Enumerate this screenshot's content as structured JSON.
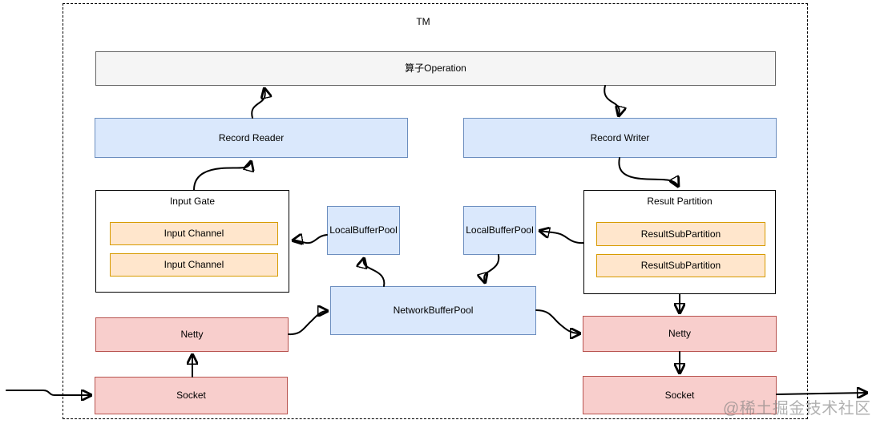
{
  "diagram": {
    "container_label": "TM",
    "nodes": {
      "operation": "算子Operation",
      "record_reader": "Record Reader",
      "record_writer": "Record Writer",
      "input_gate": "Input Gate",
      "input_channel_1": "Input Channel",
      "input_channel_2": "Input Channel",
      "result_partition": "Result Partition",
      "result_sub_partition_1": "ResultSubPartition",
      "result_sub_partition_2": "ResultSubPartition",
      "local_buffer_pool_left": "LocalBufferPool",
      "local_buffer_pool_right": "LocalBufferPool",
      "network_buffer_pool": "NetworkBufferPool",
      "netty_left": "Netty",
      "netty_right": "Netty",
      "socket_left": "Socket",
      "socket_right": "Socket"
    },
    "edges": [
      {
        "from": "input_gate",
        "to": "record_reader",
        "style": "curved"
      },
      {
        "from": "record_reader",
        "to": "operation",
        "style": "curved"
      },
      {
        "from": "operation",
        "to": "record_writer",
        "style": "curved"
      },
      {
        "from": "record_writer",
        "to": "result_partition",
        "style": "curved"
      },
      {
        "from": "local_buffer_pool_left",
        "to": "input_gate",
        "style": "curved"
      },
      {
        "from": "result_partition",
        "to": "local_buffer_pool_right",
        "style": "curved"
      },
      {
        "from": "network_buffer_pool",
        "to": "local_buffer_pool_left",
        "style": "curved"
      },
      {
        "from": "local_buffer_pool_right",
        "to": "network_buffer_pool",
        "style": "curved"
      },
      {
        "from": "netty_left",
        "to": "network_buffer_pool",
        "style": "curved"
      },
      {
        "from": "network_buffer_pool",
        "to": "netty_right",
        "style": "curved"
      },
      {
        "from": "socket_left",
        "to": "netty_left",
        "style": "straight"
      },
      {
        "from": "result_partition",
        "to": "netty_right",
        "style": "straight"
      },
      {
        "from": "netty_right",
        "to": "socket_right",
        "style": "straight"
      },
      {
        "from": "external-left",
        "to": "socket_left",
        "style": "straight"
      },
      {
        "from": "socket_right",
        "to": "external-right",
        "style": "straight"
      }
    ],
    "colors": {
      "blue_fill": "#dae8fc",
      "blue_border": "#6c8ebf",
      "orange_fill": "#ffe6cc",
      "orange_border": "#d79b00",
      "red_fill": "#f8cecc",
      "red_border": "#b85450",
      "gray_fill": "#f5f5f5",
      "gray_border": "#666666",
      "frame_border": "#000000",
      "watermark_color": "#808080"
    },
    "watermark": "@稀土掘金技术社区"
  }
}
